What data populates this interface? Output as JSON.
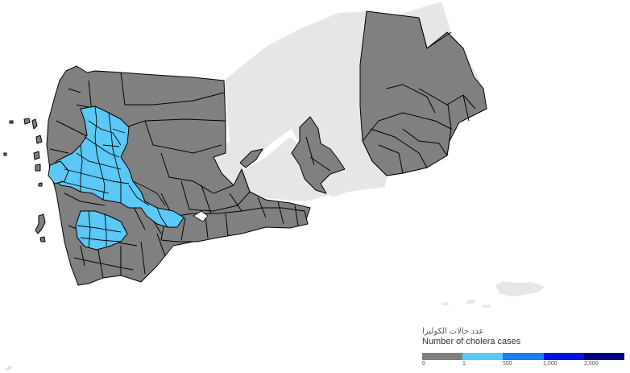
{
  "legend": {
    "title_ar": "عدد حالات الكوليرا",
    "title_en": "Number of cholera cases",
    "bins": [
      {
        "label": "0",
        "color": "#808080"
      },
      {
        "label": "1",
        "color": "#5bc8f5"
      },
      {
        "label": "500",
        "color": "#1a7df0"
      },
      {
        "label": "1,000",
        "color": "#0a10e8"
      },
      {
        "label": "2,000",
        "color": "#00007a"
      }
    ]
  },
  "colors": {
    "no_data": "#e6e6e6",
    "zero_cases": "#808080",
    "low_cases": "#5bc8f5",
    "border": "#000000",
    "background": "#ffffff"
  },
  "footnote": "ا ل"
}
